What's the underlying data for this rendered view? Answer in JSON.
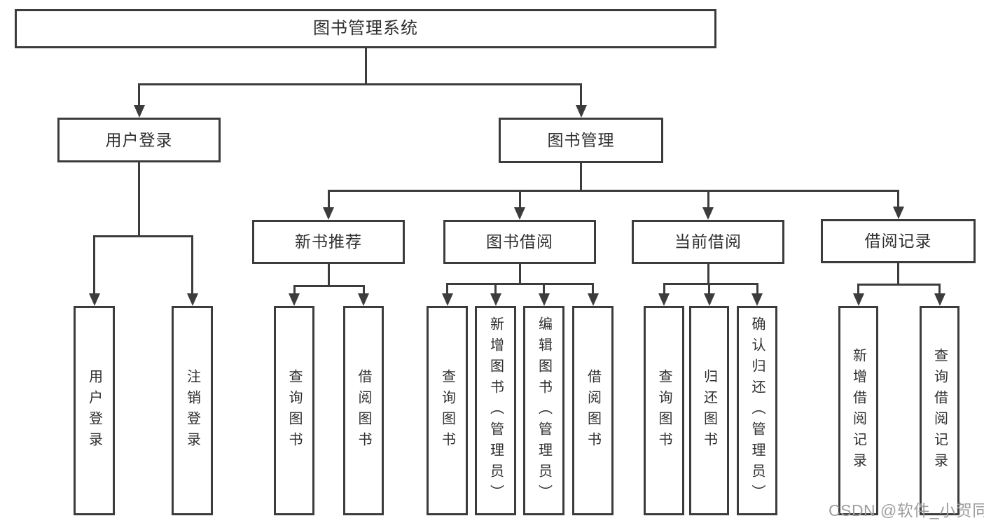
{
  "diagram": {
    "nodes": [
      {
        "id": "root",
        "label": "图书管理系统",
        "parent": null,
        "orient": "h"
      },
      {
        "id": "user-login",
        "label": "用户登录",
        "parent": "root",
        "orient": "h"
      },
      {
        "id": "book-mgmt",
        "label": "图书管理",
        "parent": "root",
        "orient": "h"
      },
      {
        "id": "new-book-rec",
        "label": "新书推荐",
        "parent": "book-mgmt",
        "orient": "h"
      },
      {
        "id": "book-borrow",
        "label": "图书借阅",
        "parent": "book-mgmt",
        "orient": "h"
      },
      {
        "id": "current-borrow",
        "label": "当前借阅",
        "parent": "book-mgmt",
        "orient": "h"
      },
      {
        "id": "borrow-records",
        "label": "借阅记录",
        "parent": "book-mgmt",
        "orient": "h"
      },
      {
        "id": "login",
        "label": "用户登录",
        "parent": "user-login",
        "orient": "v"
      },
      {
        "id": "logout",
        "label": "注销登录",
        "parent": "user-login",
        "orient": "v"
      },
      {
        "id": "query-book-1",
        "label": "查询图书",
        "parent": "new-book-rec",
        "orient": "v"
      },
      {
        "id": "borrow-book-1",
        "label": "借阅图书",
        "parent": "new-book-rec",
        "orient": "v"
      },
      {
        "id": "query-book-2",
        "label": "查询图书",
        "parent": "book-borrow",
        "orient": "v"
      },
      {
        "id": "add-book",
        "label": "新增图书（管理员）",
        "parent": "book-borrow",
        "orient": "v"
      },
      {
        "id": "edit-book",
        "label": "编辑图书（管理员）",
        "parent": "book-borrow",
        "orient": "v"
      },
      {
        "id": "borrow-book-2",
        "label": "借阅图书",
        "parent": "book-borrow",
        "orient": "v"
      },
      {
        "id": "query-book-3",
        "label": "查询图书",
        "parent": "current-borrow",
        "orient": "v"
      },
      {
        "id": "return-book",
        "label": "归还图书",
        "parent": "current-borrow",
        "orient": "v"
      },
      {
        "id": "confirm-return",
        "label": "确认归还（管理员）",
        "parent": "current-borrow",
        "orient": "v"
      },
      {
        "id": "add-borrow-record",
        "label": "新增借阅记录",
        "parent": "borrow-records",
        "orient": "v"
      },
      {
        "id": "query-borrow-record",
        "label": "查询借阅记录",
        "parent": "borrow-records",
        "orient": "v"
      }
    ]
  },
  "watermark": {
    "text": "CSDN @软件_小贺同学"
  },
  "colors": {
    "line": "#3c3c3c",
    "box_border": "#3c3c3c",
    "text": "#2f2f2f",
    "watermark": "#9e9e9e",
    "background": "#ffffff"
  }
}
